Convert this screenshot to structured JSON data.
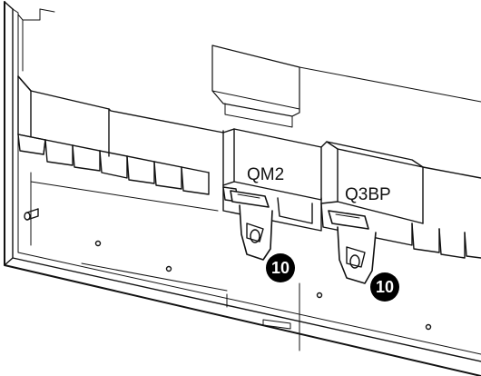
{
  "device_labels": {
    "left_breaker": "QM2",
    "right_breaker": "Q3BP"
  },
  "callouts": {
    "left_lock": "10",
    "right_lock": "10"
  },
  "colors": {
    "line": "#111111",
    "fill": "#ffffff",
    "badge": "#000000"
  }
}
